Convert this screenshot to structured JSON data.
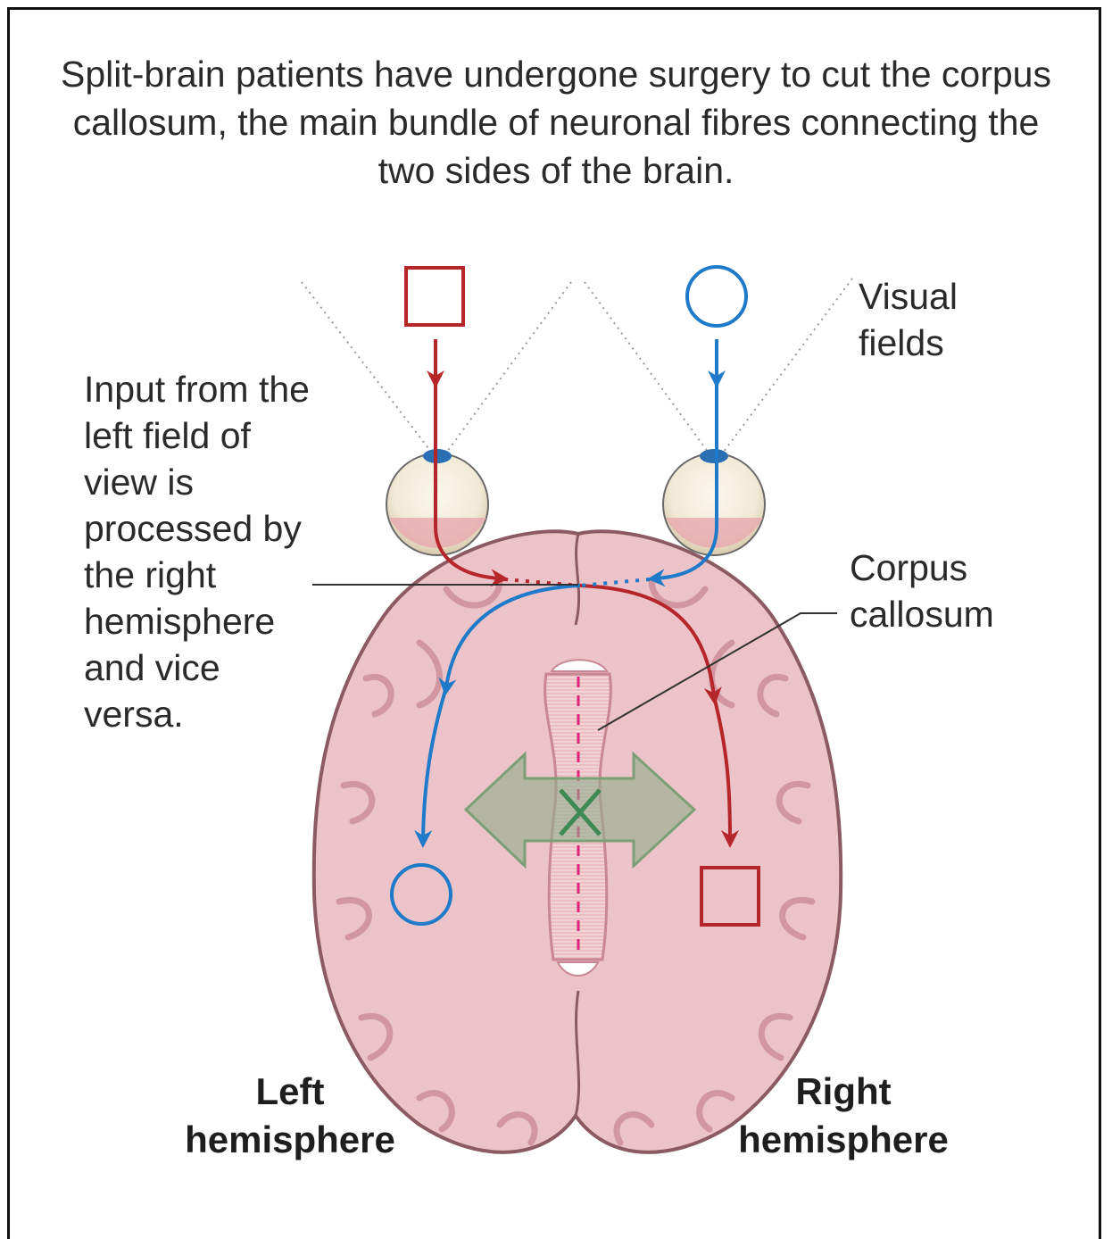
{
  "title": "Split-brain patients have undergone surgery to cut the corpus callosum, the main bundle of neuronal fibres connecting the two sides of the brain.",
  "labels": {
    "input_note": "Input from the left field of view is processed by the right hemisphere and vice versa.",
    "visual_fields": "Visual fields",
    "corpus_callosum": "Corpus callosum",
    "left_hemisphere": "Left hemisphere",
    "right_hemisphere": "Right hemisphere"
  },
  "colors": {
    "red_path": "#b5262a",
    "blue_path": "#1f7ac9",
    "brain_fill": "#ecc3c8",
    "brain_outline": "#8c5a62",
    "gyri": "#d89aa4",
    "blocked_arrow": "#8fae8a",
    "midline": "#e0237a"
  }
}
